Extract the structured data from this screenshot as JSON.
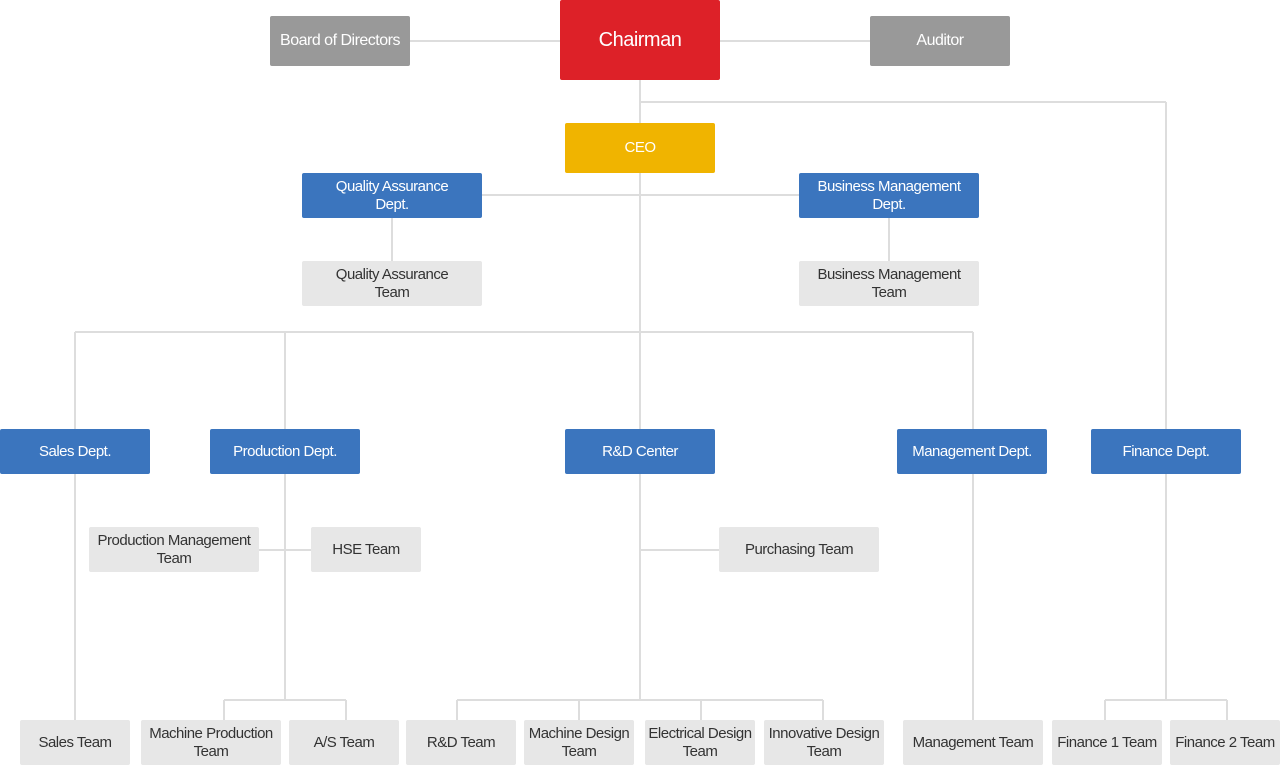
{
  "chairman": "Chairman",
  "board": "Board of Directors",
  "auditor": "Auditor",
  "ceo": "CEO",
  "qa_dept": "Quality Assurance Dept.",
  "bm_dept": "Business Management Dept.",
  "qa_team": "Quality Assurance Team",
  "bm_team": "Business Management Team",
  "departments": {
    "sales": "Sales Dept.",
    "production": "Production Dept.",
    "rnd": "R&D Center",
    "management": "Management Dept.",
    "finance": "Finance Dept."
  },
  "mid_teams": {
    "production_management": "Production Management Team",
    "hse": "HSE Team",
    "purchasing": "Purchasing Team"
  },
  "teams": {
    "sales": "Sales Team",
    "machine_production": "Machine Production Team",
    "as": "A/S Team",
    "rnd": "R&D Team",
    "machine_design": "Machine Design Team",
    "electrical_design": "Electrical Design Team",
    "innovative_design": "Innovative Design Team",
    "management": "Management Team",
    "finance1": "Finance 1 Team",
    "finance2": "Finance 2 Team"
  },
  "colors": {
    "chairman": "#dd2128",
    "advisory": "#999999",
    "ceo": "#f0b400",
    "department": "#3b75be",
    "team": "#e7e7e7",
    "connector": "#dddddd"
  }
}
